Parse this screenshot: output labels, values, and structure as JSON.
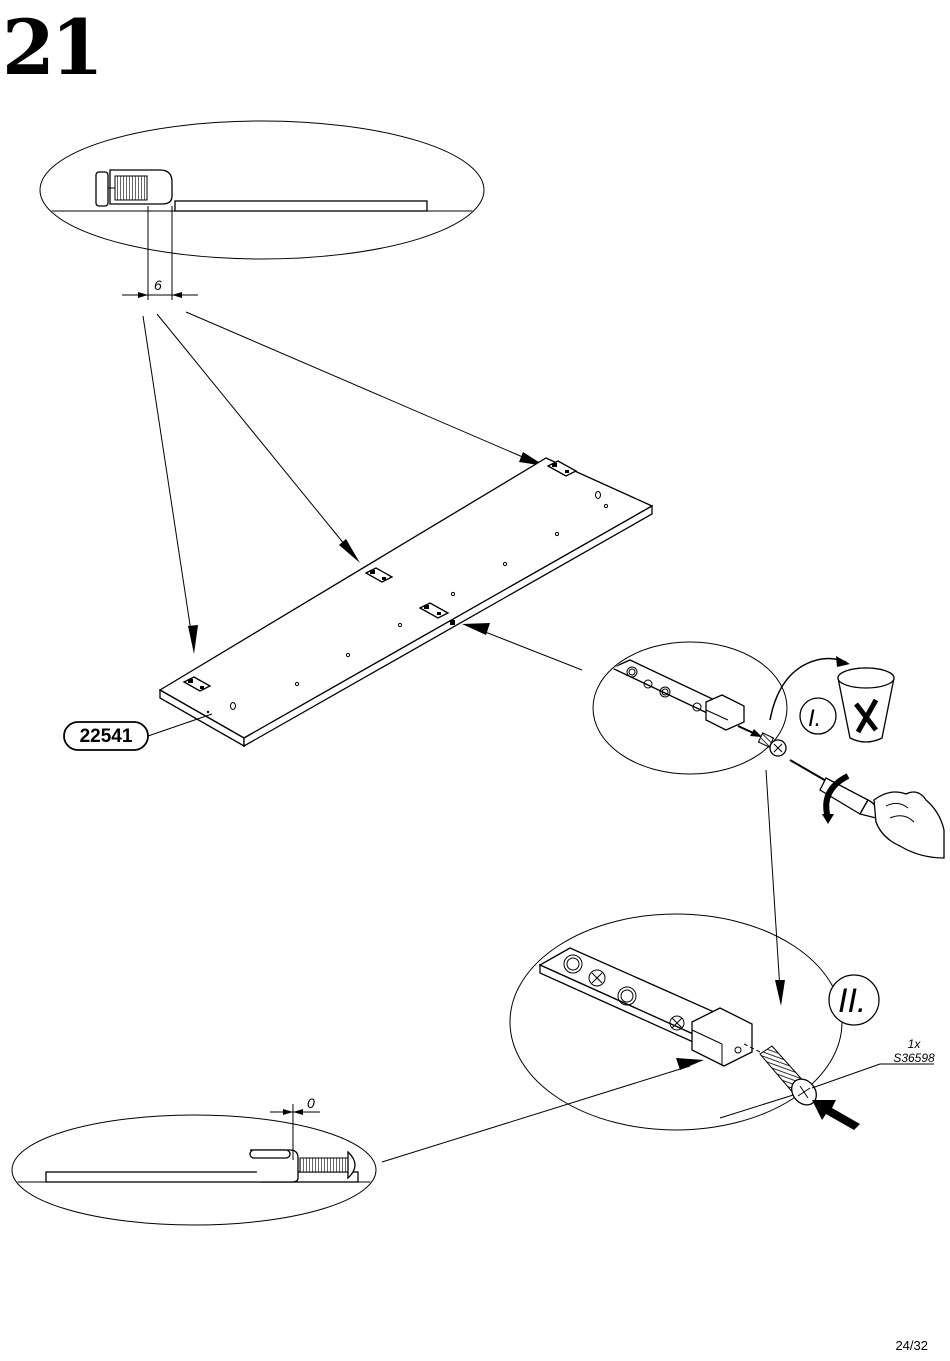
{
  "step": {
    "number": "21"
  },
  "part": {
    "id": "22541"
  },
  "dimensions": {
    "top_gap": "6",
    "bottom_gap": "0"
  },
  "callouts": {
    "step_one": "I.",
    "step_two": "II."
  },
  "hardware": {
    "quantity": "1x",
    "code": "S36598"
  },
  "page": {
    "number": "24/32"
  }
}
